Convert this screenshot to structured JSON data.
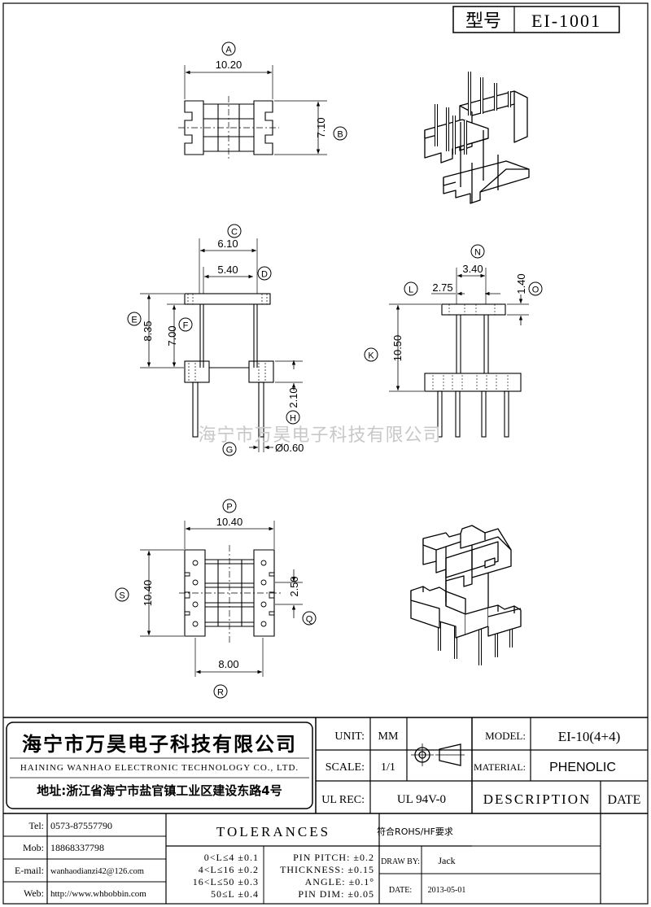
{
  "header": {
    "type_label": "型号",
    "type_value": "EI-1001"
  },
  "dimensions": {
    "A": {
      "letter": "A",
      "value": "10.20"
    },
    "B": {
      "letter": "B",
      "value": "7.10"
    },
    "C": {
      "letter": "C",
      "value": "6.10"
    },
    "D": {
      "letter": "D",
      "value": "5.40"
    },
    "E": {
      "letter": "E",
      "value": "8.35"
    },
    "F": {
      "letter": "F",
      "value": "7.00"
    },
    "G": {
      "letter": "G",
      "value": "Ø0.60"
    },
    "H": {
      "letter": "H",
      "value": "2.10"
    },
    "K": {
      "letter": "K",
      "value": "10.50"
    },
    "L": {
      "letter": "L",
      "value": "2.75"
    },
    "N": {
      "letter": "N",
      "value": "3.40"
    },
    "O": {
      "letter": "O",
      "value": "1.40"
    },
    "P": {
      "letter": "P",
      "value": "10.40"
    },
    "Q": {
      "letter": "Q",
      "value": "2.50"
    },
    "R": {
      "letter": "R",
      "value": "8.00"
    },
    "S": {
      "letter": "S",
      "value": "10.40"
    }
  },
  "watermark": "海宁市万昊电子科技有限公司",
  "company": {
    "name_cn": "海宁市万昊电子科技有限公司",
    "name_en": "HAINING WANHAO ELECTRONIC TECHNOLOGY CO., LTD.",
    "address": "地址:浙江省海宁市盐官镇工业区建设东路4号"
  },
  "specs": {
    "unit_label": "UNIT:",
    "unit_value": "MM",
    "scale_label": "SCALE:",
    "scale_value": "1/1",
    "ulrec_label": "UL REC:",
    "ulrec_value": "UL 94V-0",
    "model_label": "MODEL:",
    "model_value": "EI-10(4+4)",
    "material_label": "MATERIAL:",
    "material_value": "PHENOLIC",
    "description_label": "DESCRIPTION",
    "date_header": "DATE"
  },
  "contacts": {
    "tel_label": "Tel:",
    "tel_value": "0573-87557790",
    "mob_label": "Mob:",
    "mob_value": "18868337798",
    "email_label": "E-mail:",
    "email_value": "wanhaodianzi42@126.com",
    "web_label": "Web:",
    "web_value": "http://www.whbobbin.com"
  },
  "tolerances": {
    "title": "TOLERANCES",
    "lines": [
      "0<L≤4 ±0.1",
      "4<L≤16 ±0.2",
      "16<L≤50 ±0.3",
      "50≤L ±0.4"
    ],
    "pin": [
      "PIN PITCH: ±0.2",
      "THICKNESS: ±0.15",
      "ANGLE: ±0.1°",
      "PIN DIM: ±0.05"
    ]
  },
  "rohs": "符合ROHS/HF要求",
  "drawn_by_label": "DRAW BY:",
  "drawn_by_value": "Jack",
  "date_label": "DATE:",
  "date_value": "2013-05-01"
}
